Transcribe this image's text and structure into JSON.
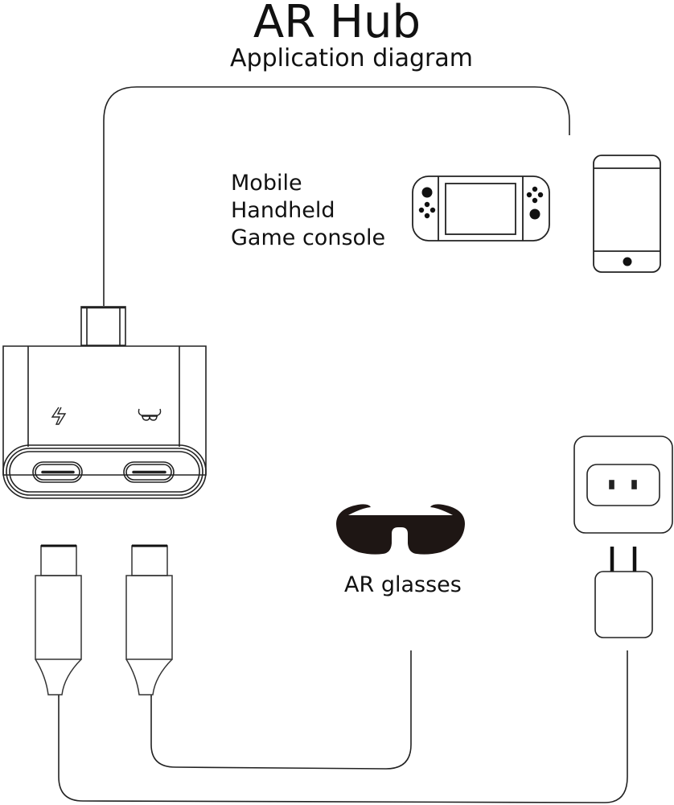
{
  "header": {
    "title": "AR Hub",
    "subtitle": "Application diagram"
  },
  "labels": {
    "source_devices": [
      "Mobile",
      "Handheld",
      "Game console"
    ],
    "glasses": "AR glasses"
  },
  "hub": {
    "ports": [
      {
        "name": "power",
        "icon": "lightning-icon"
      },
      {
        "name": "ar-glasses",
        "icon": "glasses-icon"
      }
    ]
  },
  "colors": {
    "line": "#222222",
    "fill_dark": "#1e1614",
    "background": "#ffffff"
  }
}
